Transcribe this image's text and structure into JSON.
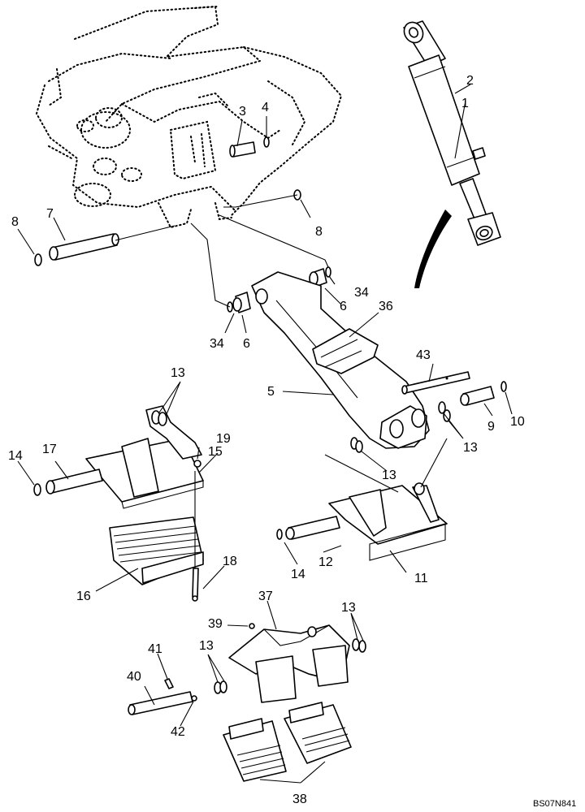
{
  "figure_code": "BS07N841",
  "callouts": [
    {
      "id": "c1",
      "text": "1"
    },
    {
      "id": "c2",
      "text": "2"
    },
    {
      "id": "c3",
      "text": "3"
    },
    {
      "id": "c4",
      "text": "4"
    },
    {
      "id": "c5",
      "text": "5"
    },
    {
      "id": "c6a",
      "text": "6"
    },
    {
      "id": "c6b",
      "text": "6"
    },
    {
      "id": "c7",
      "text": "7"
    },
    {
      "id": "c8a",
      "text": "8"
    },
    {
      "id": "c8b",
      "text": "8"
    },
    {
      "id": "c9",
      "text": "9"
    },
    {
      "id": "c10",
      "text": "10"
    },
    {
      "id": "c11",
      "text": "11"
    },
    {
      "id": "c12",
      "text": "12"
    },
    {
      "id": "c13a",
      "text": "13"
    },
    {
      "id": "c13b",
      "text": "13"
    },
    {
      "id": "c13c",
      "text": "13"
    },
    {
      "id": "c13d",
      "text": "13"
    },
    {
      "id": "c13e",
      "text": "13"
    },
    {
      "id": "c14a",
      "text": "14"
    },
    {
      "id": "c14b",
      "text": "14"
    },
    {
      "id": "c15",
      "text": "15"
    },
    {
      "id": "c16",
      "text": "16"
    },
    {
      "id": "c17",
      "text": "17"
    },
    {
      "id": "c18",
      "text": "18"
    },
    {
      "id": "c19",
      "text": "19"
    },
    {
      "id": "c34a",
      "text": "34"
    },
    {
      "id": "c34b",
      "text": "34"
    },
    {
      "id": "c36",
      "text": "36"
    },
    {
      "id": "c37",
      "text": "37"
    },
    {
      "id": "c38",
      "text": "38"
    },
    {
      "id": "c39",
      "text": "39"
    },
    {
      "id": "c40",
      "text": "40"
    },
    {
      "id": "c41",
      "text": "41"
    },
    {
      "id": "c42",
      "text": "42"
    },
    {
      "id": "c43",
      "text": "43"
    }
  ]
}
